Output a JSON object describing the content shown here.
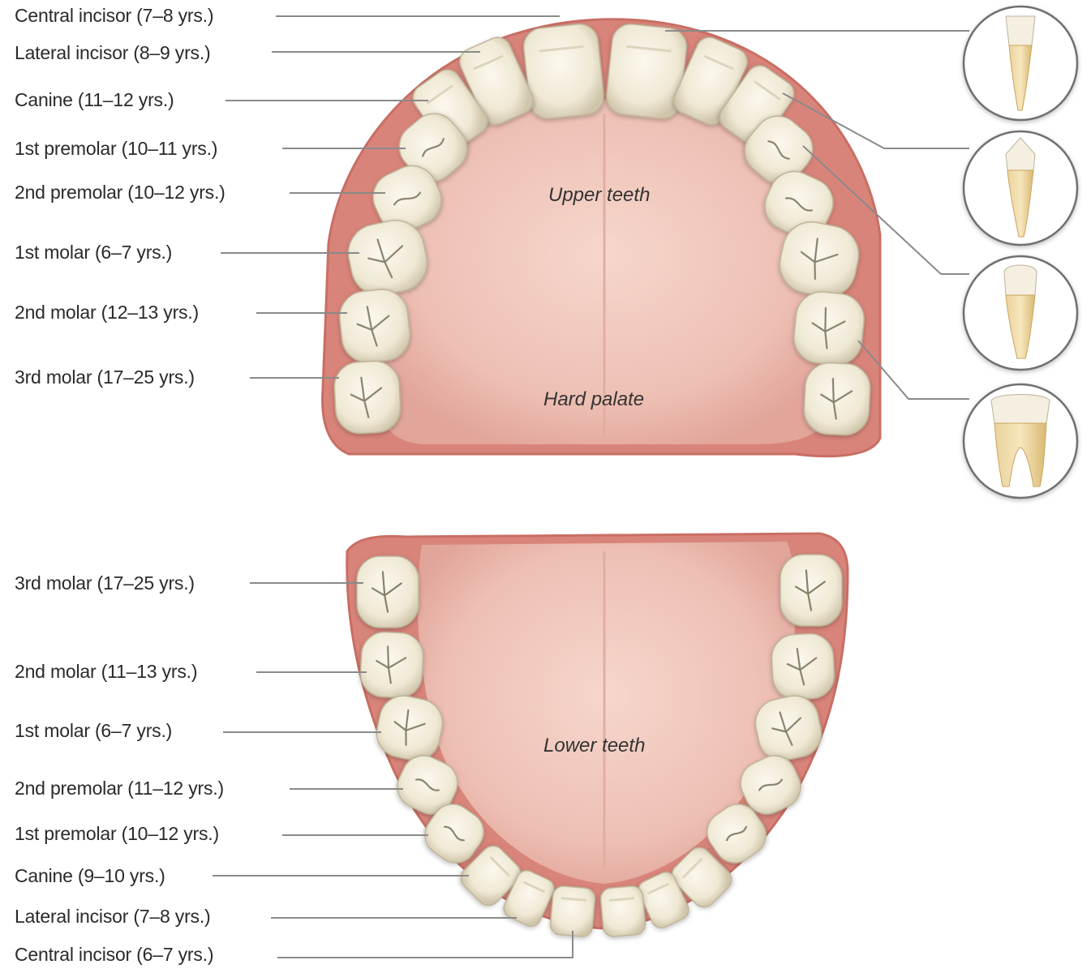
{
  "upper": {
    "region_label": "Upper teeth",
    "palate_label": "Hard palate",
    "labels": [
      "Central incisor (7–8 yrs.)",
      "Lateral incisor (8–9 yrs.)",
      "Canine (11–12 yrs.)",
      "1st premolar (10–11 yrs.)",
      "2nd premolar (10–12 yrs.)",
      "1st molar (6–7 yrs.)",
      "2nd molar (12–13 yrs.)",
      "3rd molar (17–25 yrs.)"
    ]
  },
  "lower": {
    "region_label": "Lower teeth",
    "labels": [
      "3rd molar (17–25 yrs.)",
      "2nd molar (11–13 yrs.)",
      "1st molar (6–7 yrs.)",
      "2nd premolar (11–12 yrs.)",
      "1st premolar (10–12 yrs.)",
      "Canine (9–10 yrs.)",
      "Lateral incisor (7–8 yrs.)",
      "Central incisor (6–7 yrs.)"
    ]
  },
  "colors": {
    "gum": "#d9847a",
    "gum_edge": "#c96e64",
    "palate": "#efc3b8",
    "tooth": "#f4efe0",
    "tooth_shadow": "#c9c0a8",
    "root": "#e2c98e",
    "leader_line": "#8a8a8a"
  },
  "tooth_detail_icons": [
    "incisor-detail-icon",
    "canine-detail-icon",
    "premolar-detail-icon",
    "molar-detail-icon"
  ]
}
